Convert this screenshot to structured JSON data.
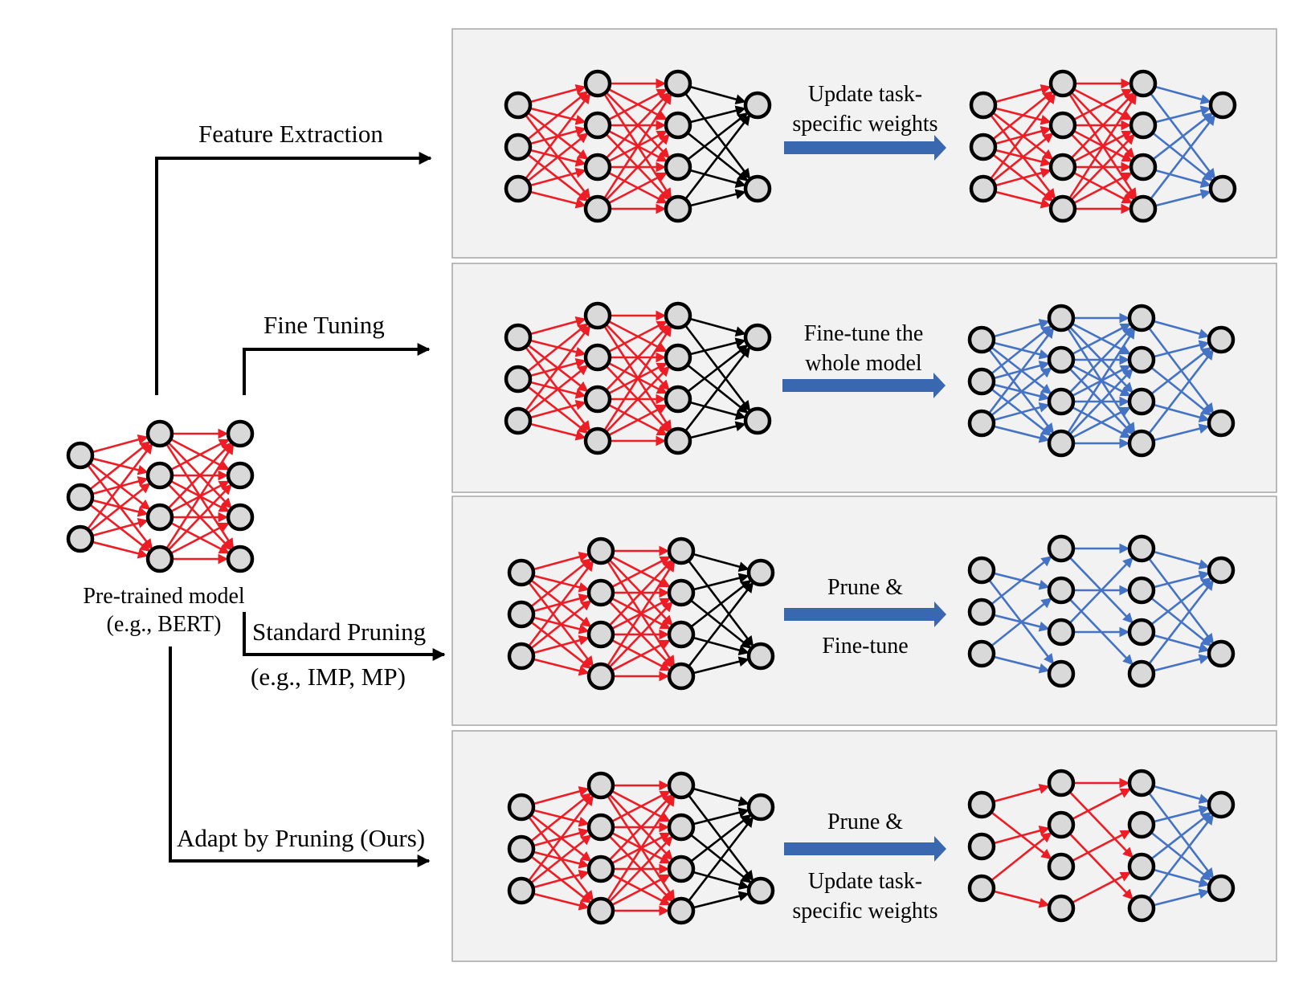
{
  "colors": {
    "frozen": "#ee1c24",
    "updated": "#4472c4",
    "untouched": "#000000",
    "node_fill": "#d9d9d9",
    "panel_fill": "#f2f2f2",
    "panel_border": "#a6a6a6",
    "arrow_fill": "#3a68b0"
  },
  "pretrained": {
    "line1": "Pre-trained model",
    "line2": "(e.g., BERT)"
  },
  "branches": {
    "feature_extraction": "Feature Extraction",
    "fine_tuning": "Fine Tuning",
    "standard_pruning": "Standard Pruning",
    "standard_pruning_sub": "(e.g., IMP, MP)",
    "adapt_by_pruning": "Adapt by Pruning (Ours)"
  },
  "panels": [
    {
      "id": "feature-extraction",
      "text_lines": [
        "Update task-",
        "specific weights"
      ]
    },
    {
      "id": "fine-tuning",
      "text_lines": [
        "Fine-tune the",
        "whole model"
      ]
    },
    {
      "id": "standard-pruning",
      "text_lines": [
        "Prune &",
        "Fine-tune"
      ]
    },
    {
      "id": "adapt-by-pruning",
      "text_lines": [
        "Prune &",
        "Update task-",
        "specific weights"
      ]
    }
  ]
}
